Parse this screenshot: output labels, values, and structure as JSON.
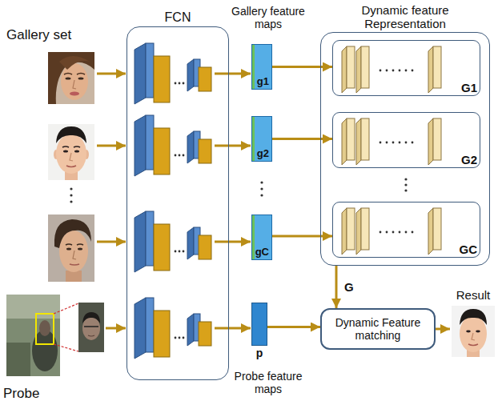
{
  "diagram": {
    "nodes": [
      {
        "text": [
          "FCN"
        ]
      },
      {
        "text": [
          "g1"
        ]
      },
      {
        "text": [
          "g2"
        ]
      },
      {
        "text": [
          "gC"
        ]
      },
      {
        "text": [
          "p"
        ]
      },
      {
        "text": [
          "Dynamic feature Representation"
        ]
      },
      {
        "text": [
          "G1"
        ],
        "in": 5
      },
      {
        "text": [
          "G2"
        ],
        "in": 5
      },
      {
        "text": [
          "GC"
        ],
        "in": 5
      },
      {
        "text": [
          "Dynamic Feature matching"
        ]
      },
      {
        "text": [
          "Result"
        ]
      }
    ],
    "edges": [
      {
        "from": 1,
        "to": 6,
        "arrow": "to"
      },
      {
        "from": 2,
        "to": 7,
        "arrow": "to"
      },
      {
        "from": 3,
        "to": 8,
        "arrow": "to"
      },
      {
        "from": 5,
        "to": 9,
        "arrow": "to",
        "label": "G"
      },
      {
        "from": 4,
        "to": 9,
        "arrow": "to"
      },
      {
        "from": 9,
        "to": 10,
        "arrow": "to"
      }
    ],
    "labels": [
      "Gallery set",
      "Gallery feature maps",
      "Probe feature maps",
      "Probe"
    ]
  }
}
